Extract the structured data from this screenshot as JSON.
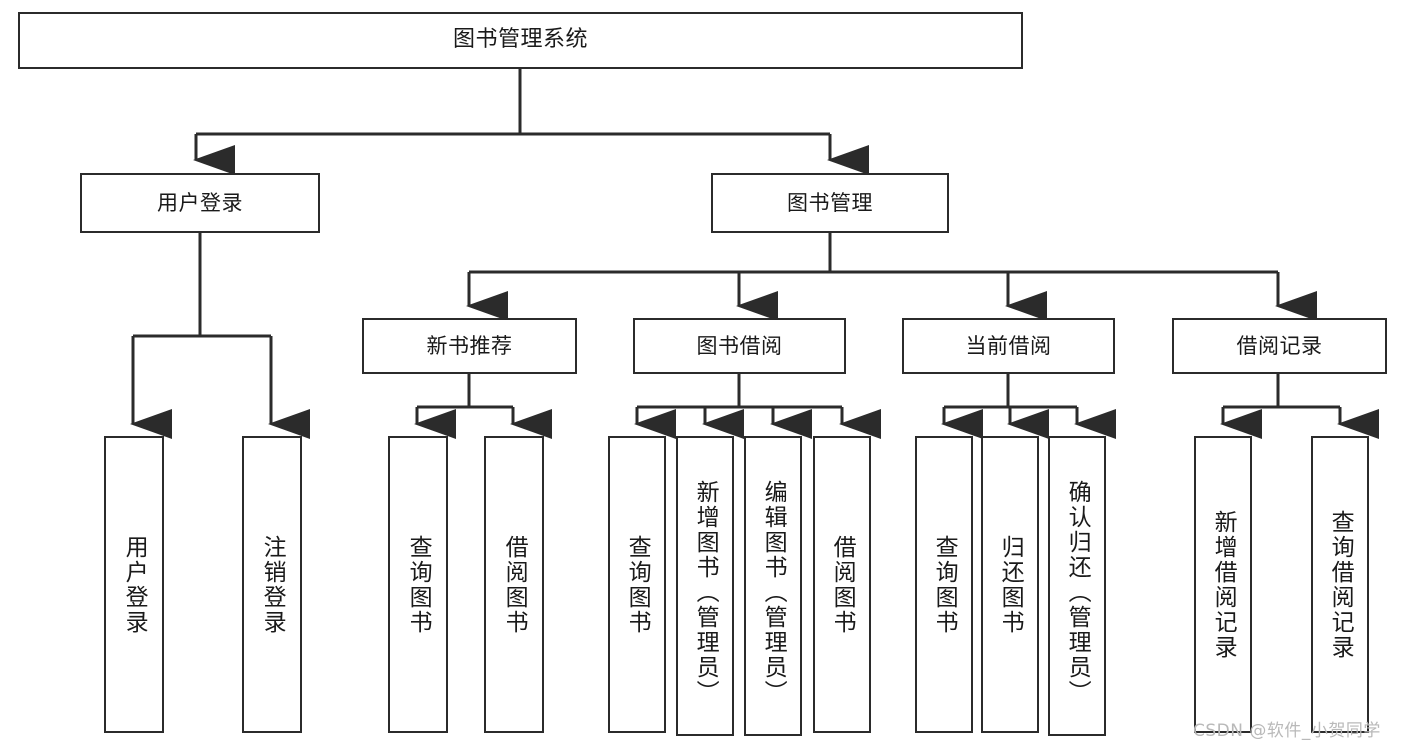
{
  "diagram": {
    "title": "图书管理系统",
    "type": "tree",
    "watermark": "CSDN @软件_小贺同学",
    "colors": {
      "border": "#2b2b2b",
      "background": "#ffffff",
      "text": "#1a1a1a",
      "watermark": "#b9b9b9"
    },
    "nodes": {
      "root": {
        "label": "图书管理系统"
      },
      "level2": [
        {
          "label": "用户登录"
        },
        {
          "label": "图书管理"
        }
      ],
      "level3": [
        {
          "label": "新书推荐"
        },
        {
          "label": "图书借阅"
        },
        {
          "label": "当前借阅"
        },
        {
          "label": "借阅记录"
        }
      ],
      "leaves": {
        "user_login": [
          {
            "label": "用户登录"
          },
          {
            "label": "注销登录"
          }
        ],
        "new_book": [
          {
            "label": "查询图书"
          },
          {
            "label": "借阅图书"
          }
        ],
        "book_borrow": [
          {
            "label": "查询图书"
          },
          {
            "label": "新增图书（管理员）"
          },
          {
            "label": "编辑图书（管理员）"
          },
          {
            "label": "借阅图书"
          }
        ],
        "current_borrow": [
          {
            "label": "查询图书"
          },
          {
            "label": "归还图书"
          },
          {
            "label": "确认归还（管理员）"
          }
        ],
        "borrow_record": [
          {
            "label": "新增借阅记录"
          },
          {
            "label": "查询借阅记录"
          }
        ]
      }
    }
  }
}
